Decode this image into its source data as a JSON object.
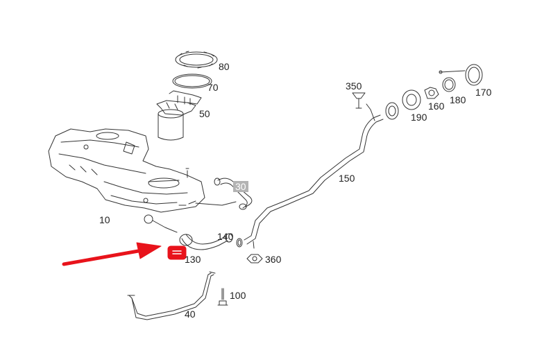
{
  "diagram": {
    "parts": [
      {
        "id": "tank",
        "number": "10"
      },
      {
        "id": "vent-hose",
        "number": "30"
      },
      {
        "id": "tank-strap",
        "number": "40"
      },
      {
        "id": "fuel-pump",
        "number": "50"
      },
      {
        "id": "seal-ring",
        "number": "70"
      },
      {
        "id": "lock-ring",
        "number": "80"
      },
      {
        "id": "bolt",
        "number": "100"
      },
      {
        "id": "filler-hose",
        "number": "130"
      },
      {
        "id": "hose-clamp",
        "number": "140"
      },
      {
        "id": "filler-pipe",
        "number": "150"
      },
      {
        "id": "filler-cap",
        "number": "170"
      },
      {
        "id": "filler-neck-seal",
        "number": "160"
      },
      {
        "id": "filler-ring",
        "number": "180"
      },
      {
        "id": "filler-housing",
        "number": "190"
      },
      {
        "id": "bracket-350",
        "number": "350"
      },
      {
        "id": "nut-360",
        "number": "360"
      }
    ],
    "highlighted_part": "30",
    "selected_marker_part": "130",
    "colors": {
      "line": "#333333",
      "highlight_bg": "#b3b3b3",
      "arrow": "#e8131b",
      "marker": "#e8131b"
    }
  }
}
